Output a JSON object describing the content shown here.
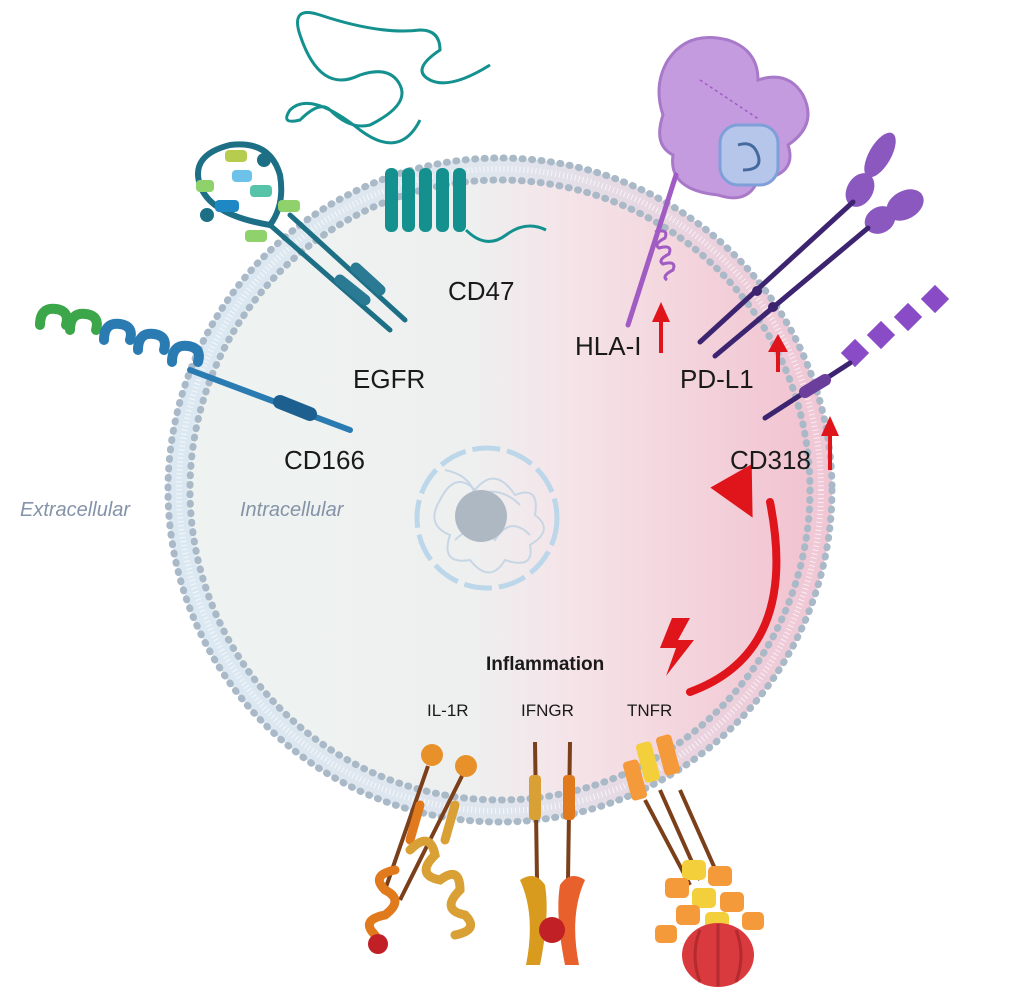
{
  "labels": {
    "cd47": "CD47",
    "egfr": "EGFR",
    "cd166": "CD166",
    "hla": "HLA-I",
    "pdl1": "PD-L1",
    "cd318": "CD318",
    "extracellular": "Extracellular",
    "intracellular": "Intracellular",
    "inflammation": "Inflammation",
    "il1r": "IL-1R",
    "ifngr": "IFNGR",
    "tnfr": "TNFR"
  },
  "colors": {
    "membrane_dots": "#a9b9c7",
    "upregulation_arrow": "#e0141b",
    "cd166": "#2b7bb3",
    "egfr": "#1d6f86",
    "cd47": "#14908f",
    "hla": "#a05cc2",
    "pdl1": "#3d2470",
    "cd318": "#8a4bc7",
    "il1r": "#e07a1d",
    "ifngr": "#d99b1e",
    "tnfr": "#e8602b"
  }
}
